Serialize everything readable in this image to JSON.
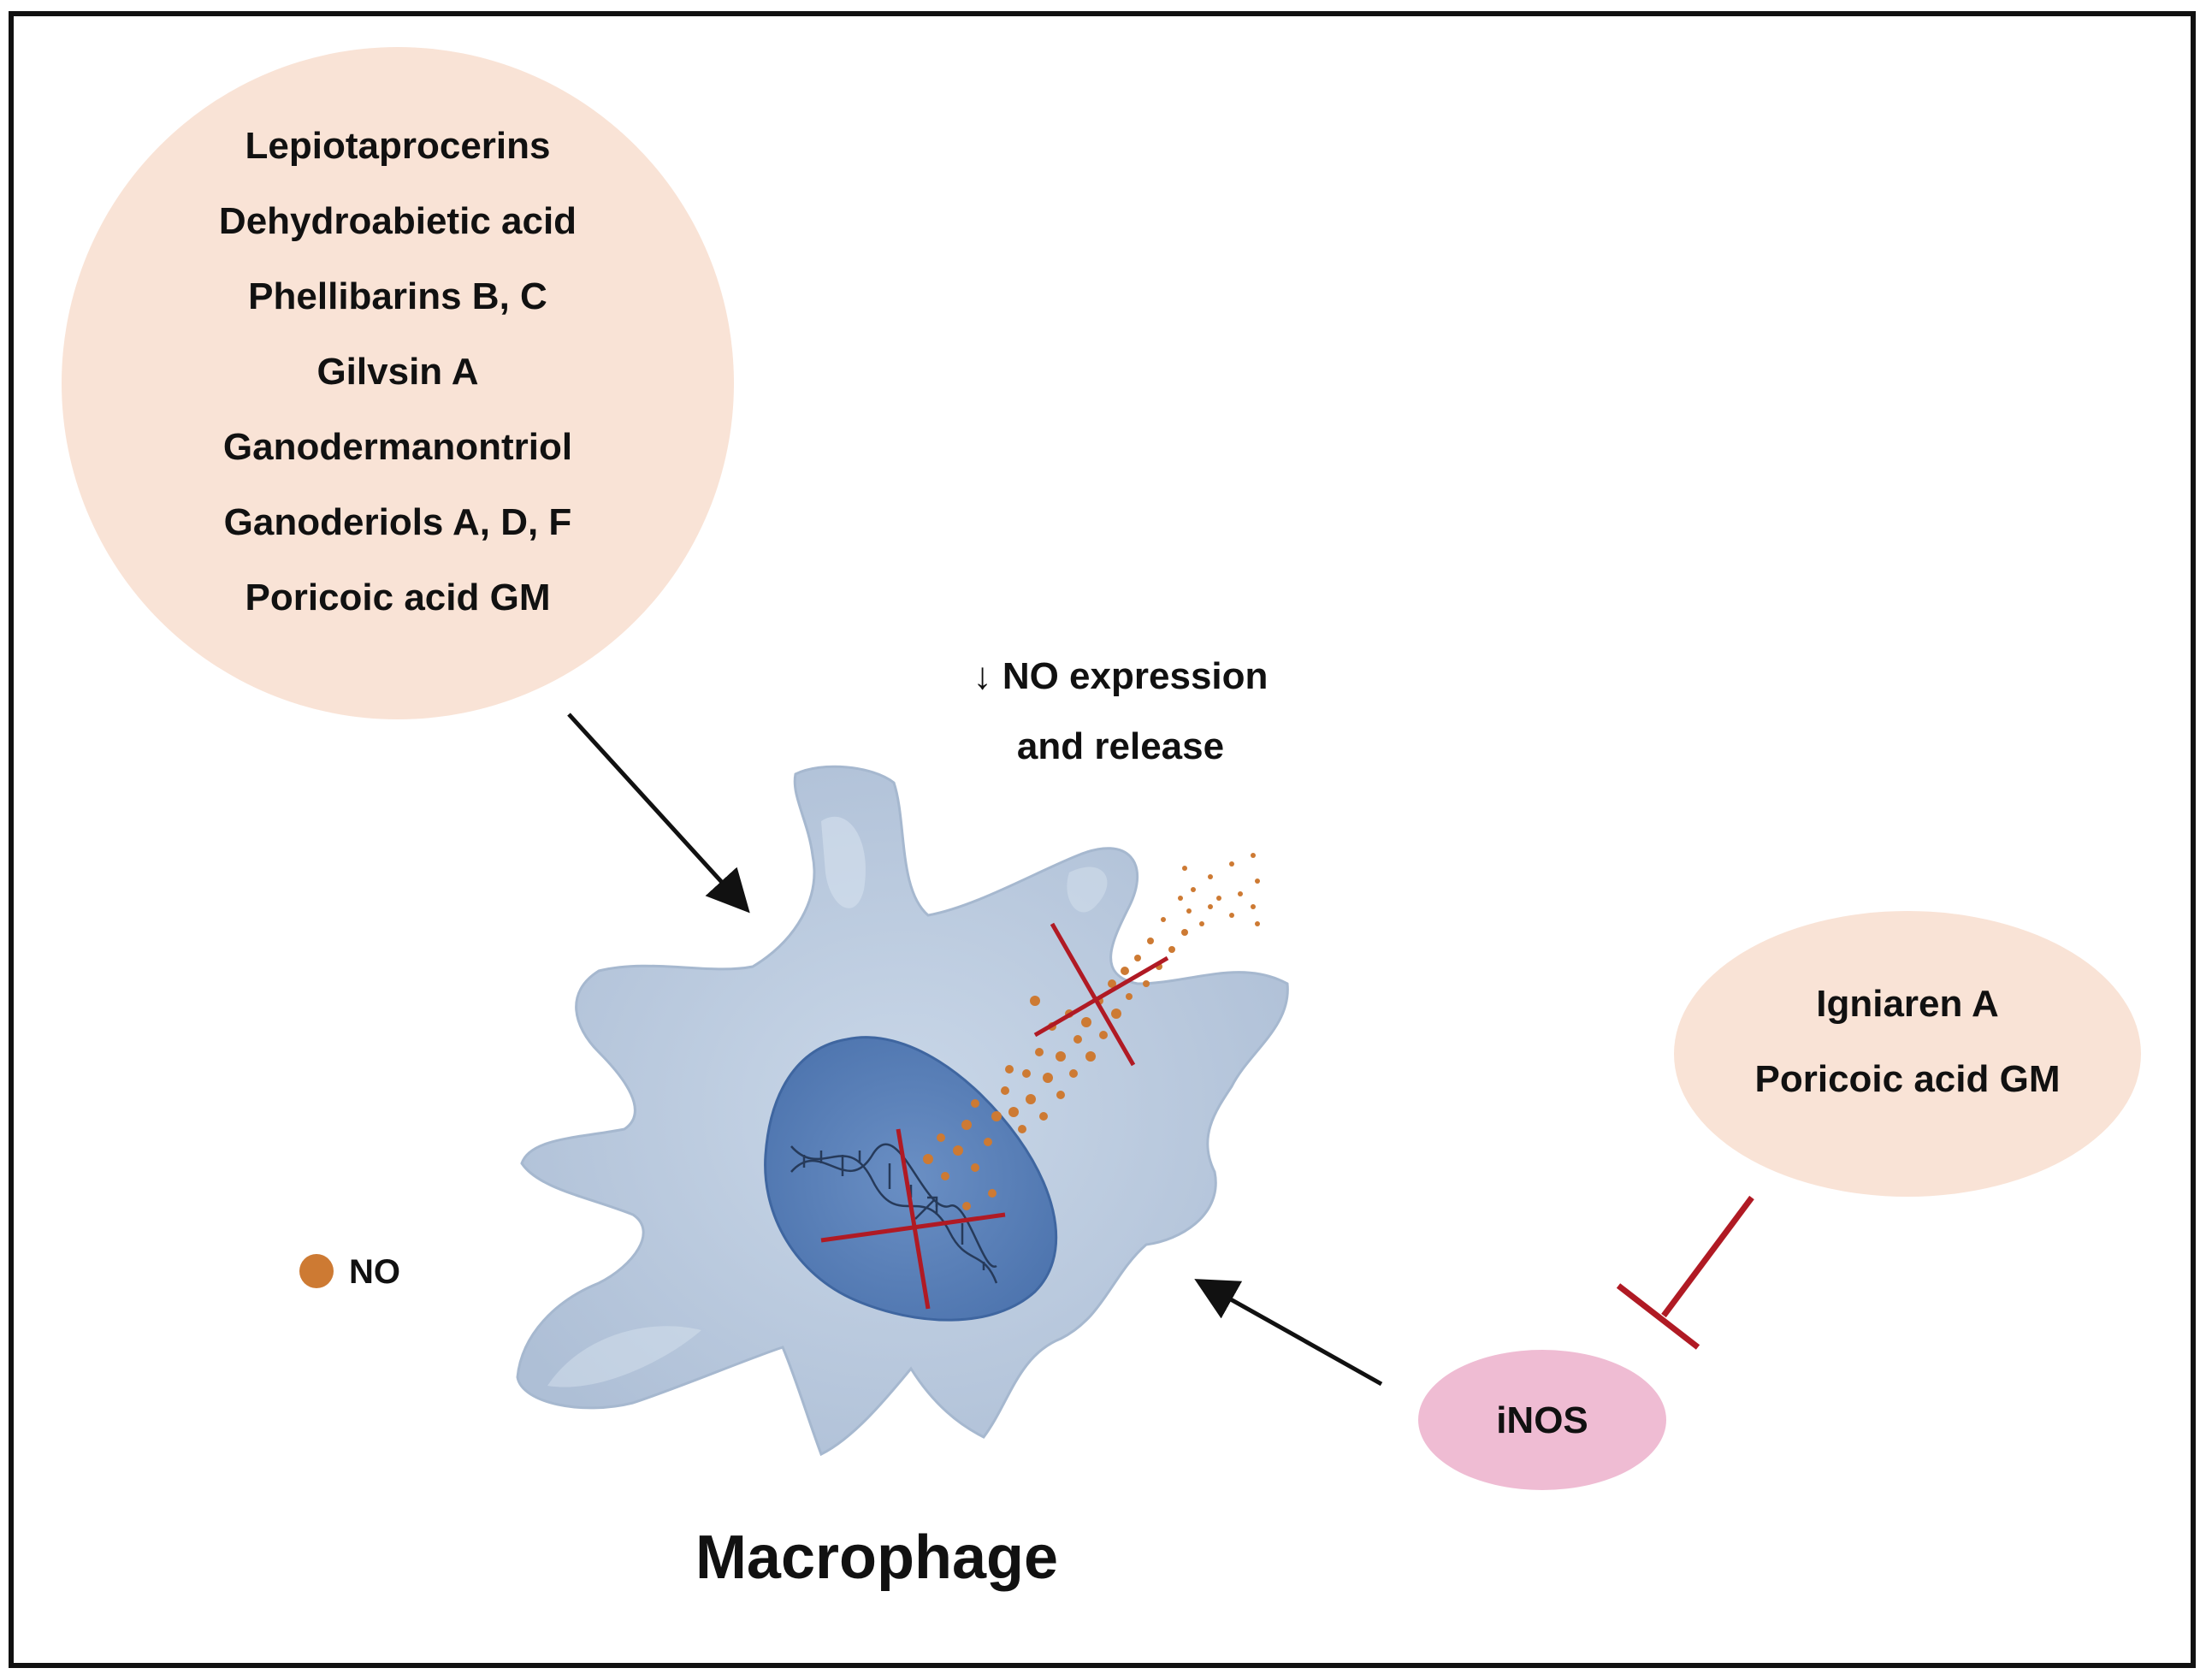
{
  "compounds_top": {
    "items": [
      "Lepiotaprocerins",
      "Dehydroabietic acid",
      "Phellibarins B, C",
      "Gilvsin A",
      "Ganodermanontriol",
      "Ganoderiols A, D, F",
      "Poricoic acid GM"
    ]
  },
  "compounds_right": {
    "items": [
      "Igniaren A",
      "Poricoic acid GM"
    ]
  },
  "effect_label": {
    "line1": "↓ NO expression",
    "line2": "and release"
  },
  "legend": {
    "label": "NO"
  },
  "enzyme": {
    "label": "iNOS"
  },
  "cell": {
    "label": "Macrophage"
  },
  "colors": {
    "compound_bubble": "#f9e3d6",
    "enzyme_bubble": "#efbcd3",
    "cell_body": "#b9cade",
    "nucleus": "#5b82bb",
    "no_dot": "#cd7a33",
    "inhibit": "#b01a24"
  }
}
